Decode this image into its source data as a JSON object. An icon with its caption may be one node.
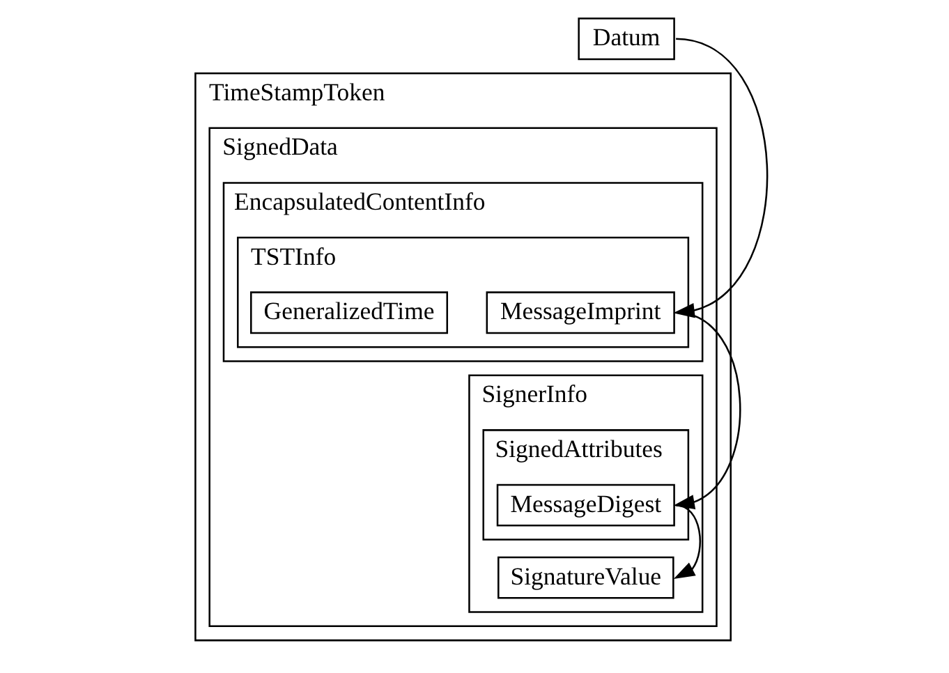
{
  "diagram": {
    "nodes": [
      {
        "text": [
          "Datum"
        ]
      },
      {
        "text": [
          "TimeStampToken"
        ]
      },
      {
        "text": [
          "SignedData"
        ],
        "in": 1
      },
      {
        "text": [
          "EncapsulatedContentInfo"
        ],
        "in": 2
      },
      {
        "text": [
          "TSTInfo"
        ],
        "in": 3
      },
      {
        "text": [
          "MessageImprint"
        ],
        "in": 4
      },
      {
        "text": [
          "GeneralizedTime"
        ],
        "in": 4
      },
      {
        "text": [
          "SignerInfo"
        ],
        "in": 2
      },
      {
        "text": [
          "SignedAttributes"
        ],
        "in": 7
      },
      {
        "text": [
          "MessageDigest"
        ],
        "in": 8
      },
      {
        "text": [
          "SignatureValue"
        ],
        "in": 7
      }
    ],
    "edges": [
      {
        "from": 0,
        "to": 5,
        "arrow": "to"
      },
      {
        "from": 5,
        "to": 9,
        "arrow": "to"
      },
      {
        "from": 9,
        "to": 10,
        "arrow": "to"
      }
    ]
  }
}
